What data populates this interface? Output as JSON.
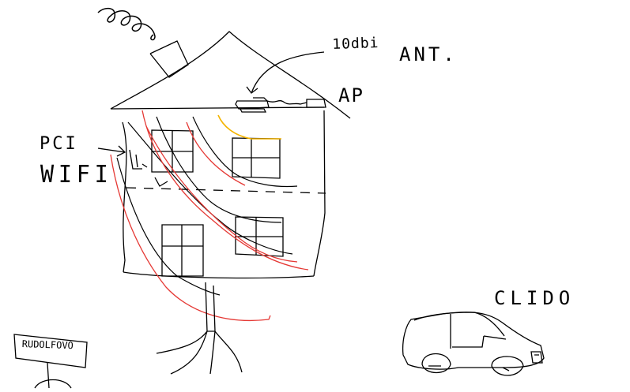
{
  "labels": {
    "antenna_gain": "10dbi",
    "antenna_type": "ANT.",
    "access_point": "AP",
    "pci": "PCI",
    "wifi": "WIFI",
    "car_name": "CLIDO",
    "sign_text": "RUDOLFOVO"
  },
  "colors": {
    "ink": "#000000",
    "signal": "#e53935",
    "highlight": "#f4b400",
    "background": "#ffffff"
  }
}
